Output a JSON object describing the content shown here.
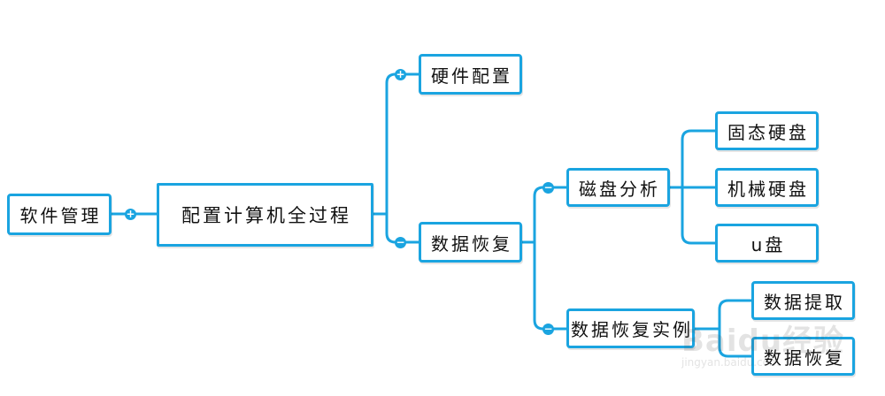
{
  "diagram": {
    "line_color": "#1aa4e0",
    "nodes": {
      "software": "软件管理",
      "root": "配置计算机全过程",
      "hardware": "硬件配置",
      "recovery": "数据恢复",
      "disk_analysis": "磁盘分析",
      "ssd": "固态硬盘",
      "hdd": "机械硬盘",
      "usb": "u盘",
      "recovery_example": "数据恢复实例",
      "extract": "数据提取",
      "recover": "数据恢复"
    },
    "toggles": {
      "expand": "+",
      "collapse": "−"
    },
    "edges": [
      [
        "root",
        "hardware"
      ],
      [
        "root",
        "recovery"
      ],
      [
        "recovery",
        "disk_analysis"
      ],
      [
        "recovery",
        "recovery_example"
      ],
      [
        "disk_analysis",
        "ssd"
      ],
      [
        "disk_analysis",
        "hdd"
      ],
      [
        "disk_analysis",
        "usb"
      ],
      [
        "recovery_example",
        "extract"
      ],
      [
        "recovery_example",
        "recover"
      ]
    ]
  },
  "watermark": {
    "brand": "Baidu经验",
    "url": "jingyan.baidu.com"
  }
}
